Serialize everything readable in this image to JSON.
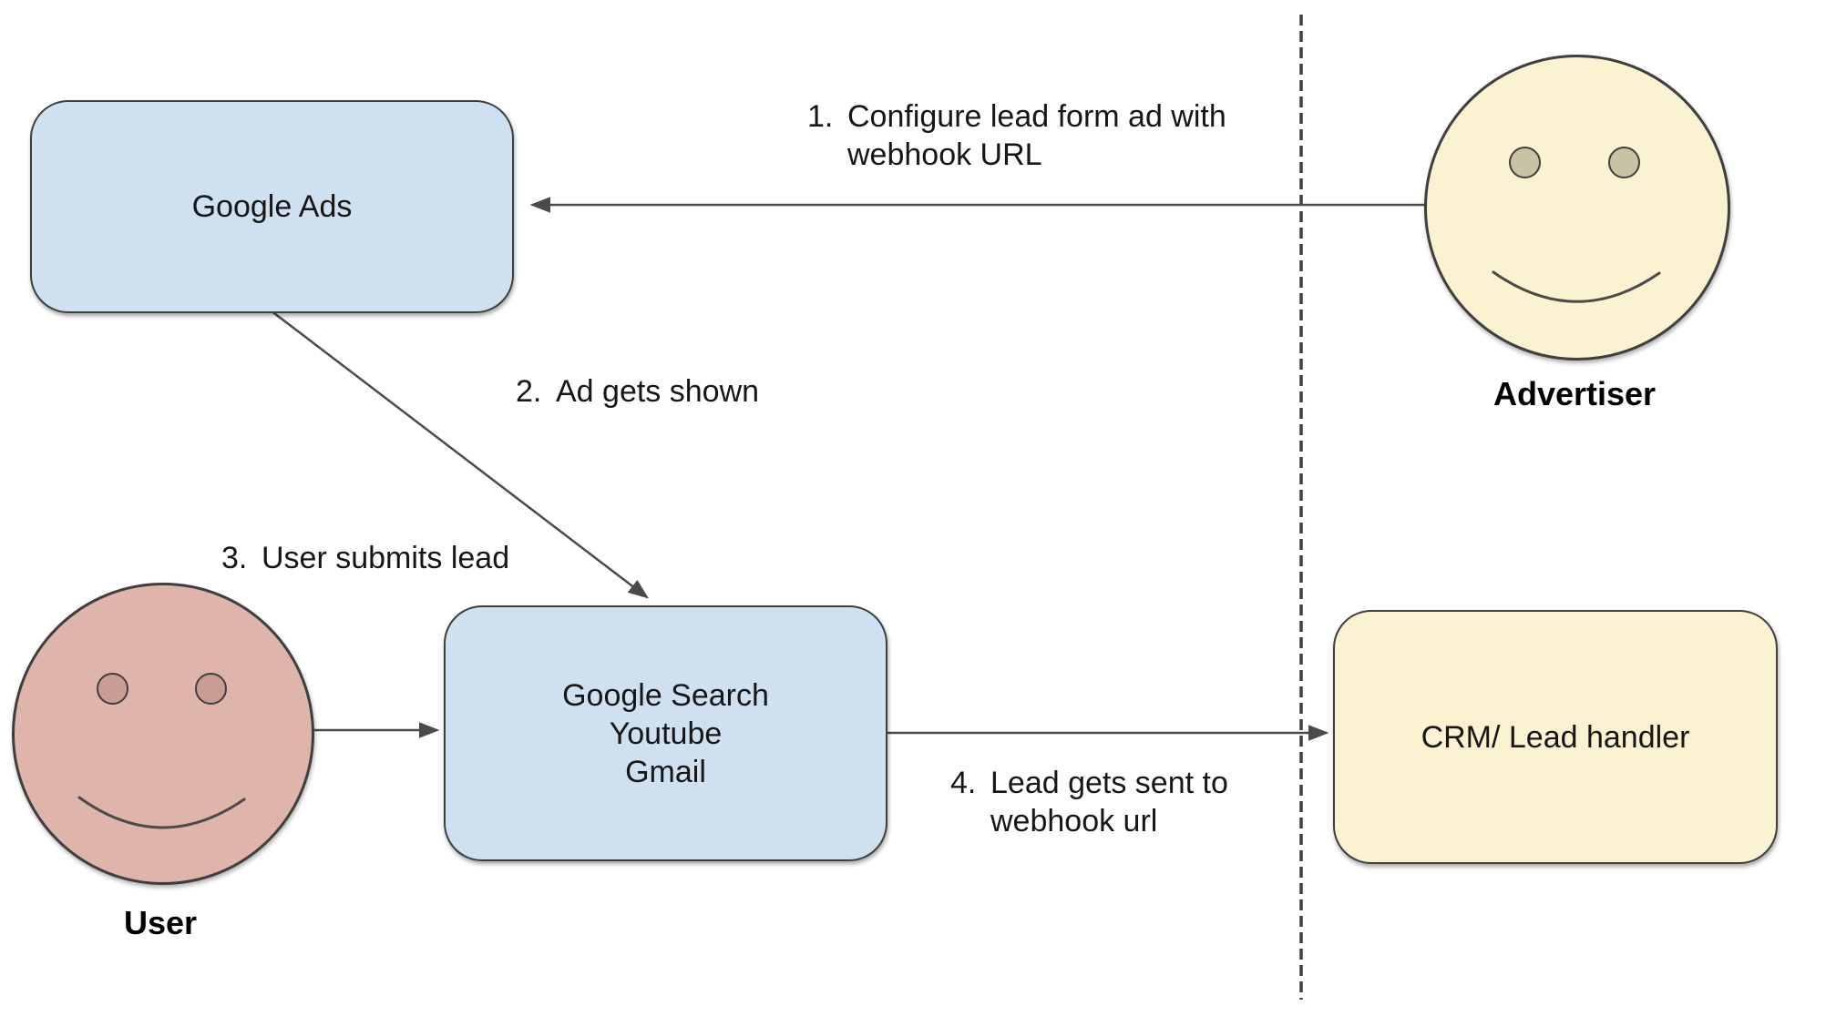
{
  "boxes": {
    "google_ads": {
      "label": "Google Ads"
    },
    "google_surfaces": {
      "lines": [
        "Google Search",
        "Youtube",
        "Gmail"
      ]
    },
    "crm": {
      "label": "CRM/ Lead handler"
    }
  },
  "actors": {
    "advertiser": {
      "label": "Advertiser"
    },
    "user": {
      "label": "User"
    }
  },
  "steps": [
    {
      "num": "1.",
      "lines": [
        "Configure lead form ad with",
        "webhook URL"
      ]
    },
    {
      "num": "2.",
      "lines": [
        "Ad gets shown"
      ]
    },
    {
      "num": "3.",
      "lines": [
        "User submits lead"
      ]
    },
    {
      "num": "4.",
      "lines": [
        "Lead gets sent to",
        "webhook url"
      ]
    }
  ],
  "colors": {
    "box_blue": "#cfe1f1",
    "box_yellow": "#fbf2d1",
    "face_pink": "#dfb4aa",
    "eye_tan": "#c9c2a4",
    "eye_pink": "#c79d94",
    "stroke": "#3f3f3f",
    "line": "#4a4a4a",
    "text": "#161616"
  }
}
